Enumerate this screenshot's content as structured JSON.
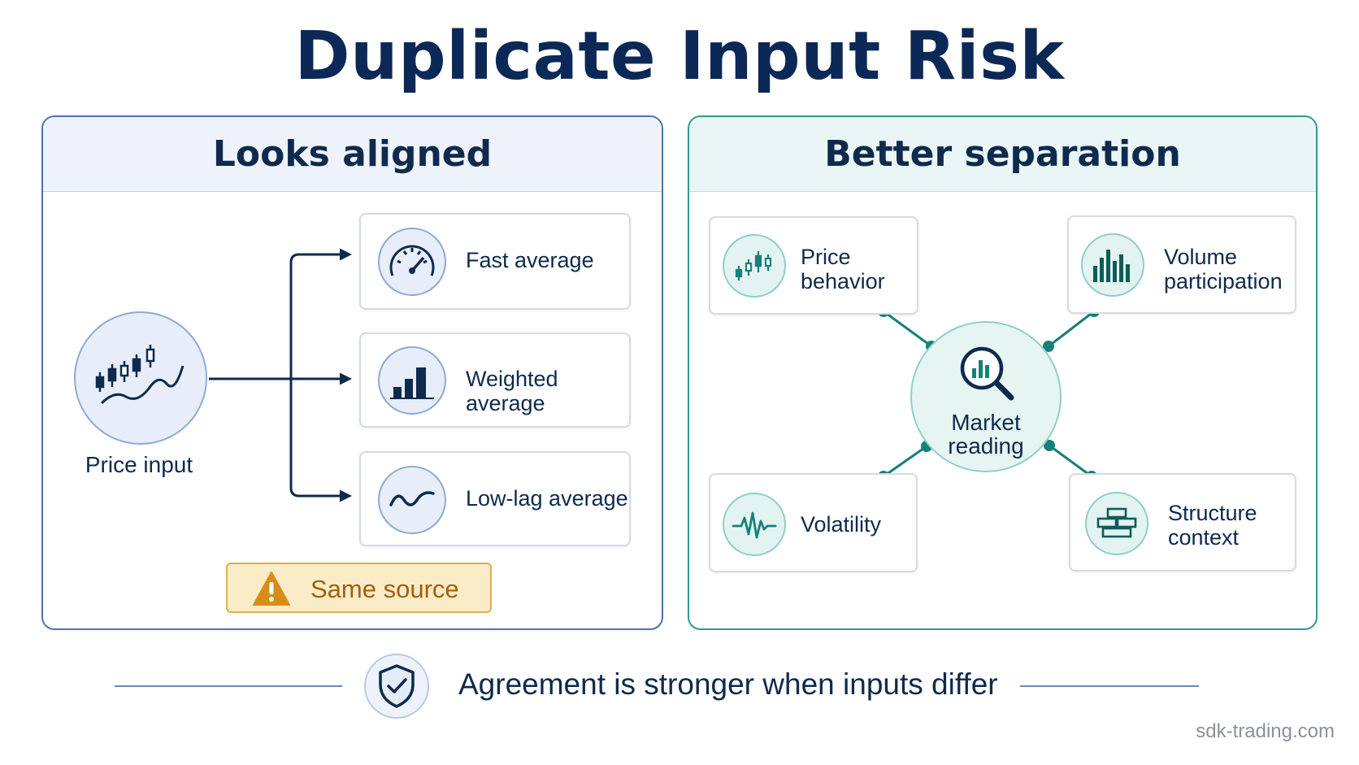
{
  "title": "Duplicate Input Risk",
  "left_panel": {
    "title": "Looks aligned",
    "source_label": "Price input",
    "items": [
      {
        "label": "Fast average",
        "icon": "gauge-icon"
      },
      {
        "label": "Weighted average",
        "icon": "bar-chart-icon"
      },
      {
        "label": "Low-lag average",
        "icon": "wave-icon"
      }
    ],
    "warning": {
      "icon": "warning-icon",
      "label": "Same source"
    }
  },
  "right_panel": {
    "title": "Better separation",
    "center": {
      "label_line1": "Market",
      "label_line2": "reading",
      "icon": "magnifier-chart-icon"
    },
    "items": [
      {
        "line1": "Price",
        "line2": "behavior",
        "icon": "candlestick-icon"
      },
      {
        "line1": "Volume",
        "line2": "participation",
        "icon": "volume-bars-icon"
      },
      {
        "line1": "Volatility",
        "line2": "",
        "icon": "pulse-icon"
      },
      {
        "line1": "Structure",
        "line2": "context",
        "icon": "blocks-icon"
      }
    ]
  },
  "footer": {
    "icon": "shield-check-icon",
    "text": "Agreement is stronger when inputs differ"
  },
  "watermark": "sdk-trading.com",
  "colors": {
    "navy": "#0c2856",
    "left_accent": "#4f73ad",
    "right_accent": "#2e9a93",
    "warning_fill": "#fbecc8",
    "warning_text": "#a35f0a"
  }
}
